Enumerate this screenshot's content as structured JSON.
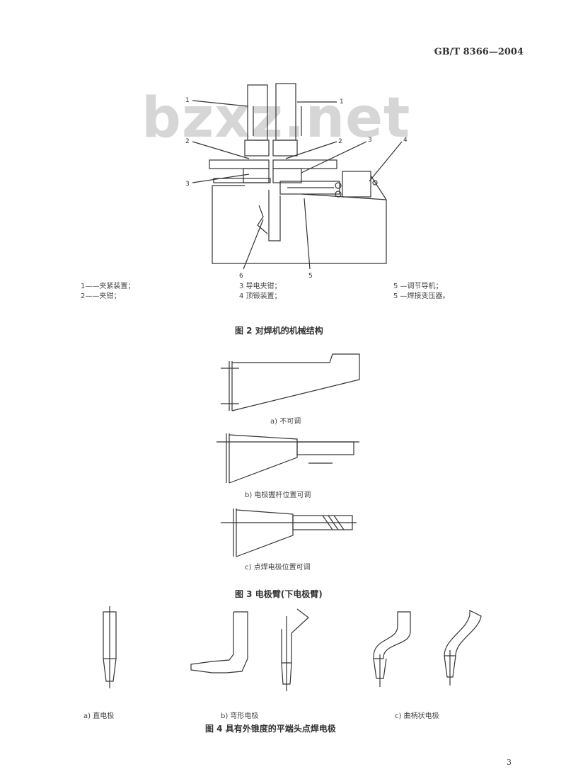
{
  "header": {
    "standard_code": "GB/T 8366—2004"
  },
  "watermark": {
    "text": "bzxz.net"
  },
  "figure2": {
    "callouts": [
      "1",
      "1",
      "2",
      "2",
      "3",
      "3",
      "4",
      "5",
      "6"
    ],
    "legend": {
      "col1": [
        "1——夹紧装置；",
        "2——夹钳；"
      ],
      "col2": [
        "3 导电夹钳；",
        "4 顶锻装置；"
      ],
      "col3": [
        "5 —调节导机；",
        "5 —焊接变压器。"
      ]
    },
    "caption": "图 2  对焊机的机械结构"
  },
  "figure3": {
    "sub_a": "a)  不可调",
    "sub_b": "b)  电极握杆位置可调",
    "sub_c": "c)  点焊电极位置可调",
    "caption": "图 3  电极臂(下电极臂)"
  },
  "figure4": {
    "sub_a": "a)  直电极",
    "sub_b": "b)  弯形电极",
    "sub_c": "c)  曲柄状电极",
    "caption": "图 4  具有外锥度的平端头点焊电极"
  },
  "page_number": "3"
}
